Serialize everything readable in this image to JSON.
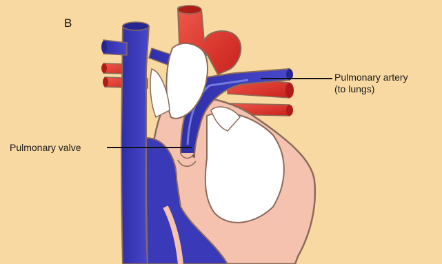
{
  "panel_letter": "B",
  "labels": {
    "pulmonary_artery_line1": "Pulmonary artery",
    "pulmonary_artery_line2": "(to lungs)",
    "pulmonary_valve": "Pulmonary valve"
  },
  "colors": {
    "background": "#f9d9a2",
    "deoxygenated_blue": "#3a3ab8",
    "oxygenated_red": "#e03a2e",
    "myocardium_pink": "#f4c2ae",
    "chamber_white": "#ffffff",
    "outline": "#8a6a5a"
  }
}
